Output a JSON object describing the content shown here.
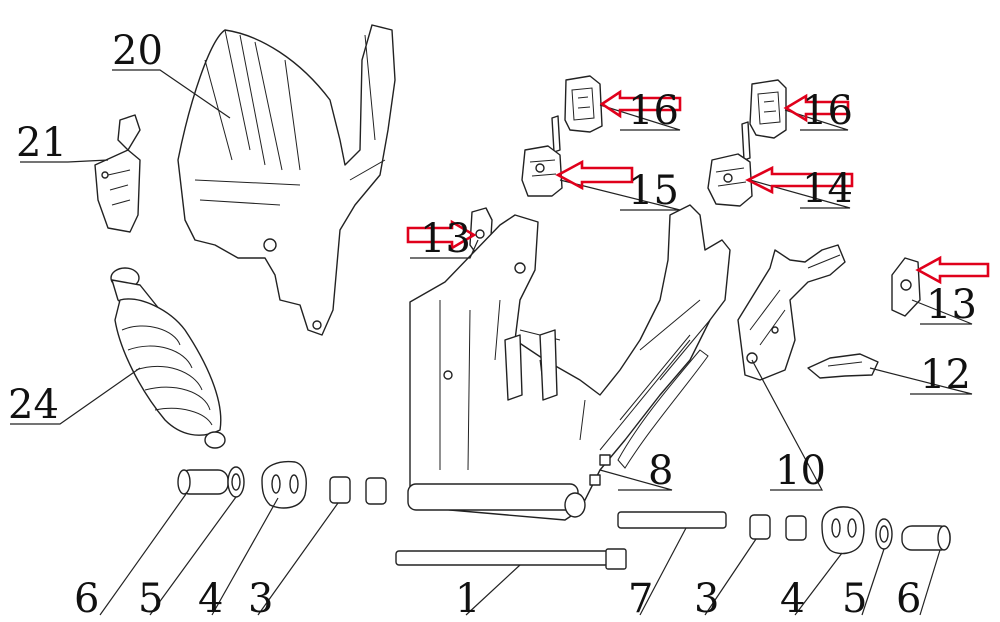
{
  "colors": {
    "line": "#222222",
    "arrow": "#e0001b",
    "background": "#ffffff"
  },
  "callouts": {
    "c20": "20",
    "c21": "21",
    "c24": "24",
    "c16a": "16",
    "c15": "15",
    "c16b": "16",
    "c14": "14",
    "c13a": "13",
    "c13b": "13",
    "c12": "12",
    "c10": "10",
    "c8": "8",
    "b6a": "6",
    "b5a": "5",
    "b4a": "4",
    "b3a": "3",
    "b1": "1",
    "b7": "7",
    "b3b": "3",
    "b4b": "4",
    "b5b": "5",
    "b6b": "6"
  },
  "arrows": [
    {
      "name": "arrow-to-part-16-left",
      "direction": "left"
    },
    {
      "name": "arrow-to-part-16-right",
      "direction": "left"
    },
    {
      "name": "arrow-to-part-15",
      "direction": "left"
    },
    {
      "name": "arrow-to-part-14",
      "direction": "left"
    },
    {
      "name": "arrow-to-part-13-left",
      "direction": "right"
    },
    {
      "name": "arrow-to-part-13-right",
      "direction": "left"
    }
  ]
}
